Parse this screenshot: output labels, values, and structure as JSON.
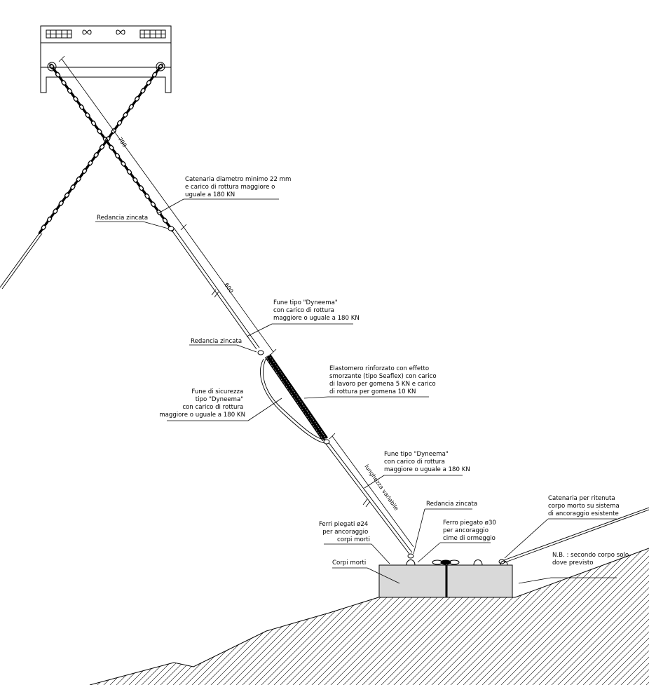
{
  "labels": {
    "catenaria": [
      "Catenaria diametro minimo 22 mm",
      "e carico di rottura maggiore o",
      "uguale a 180 KN"
    ],
    "redancia_top": [
      "Redancia zincata"
    ],
    "fune_dyneema_top": [
      "Fune tipo \"Dyneema\"",
      "con carico di rottura",
      "maggiore o uguale a 180 KN"
    ],
    "redancia_mid": [
      "Redancia zincata"
    ],
    "elastomero": [
      "Elastomero rinforzato con effetto",
      "smorzante (tipo Seaflex) con carico",
      "di lavoro per gomena 5 KN e carico",
      "di rottura per gomena 10 KN"
    ],
    "fune_sicurezza": [
      "Fune di sicurezza",
      "tipo \"Dyneema\"",
      "con carico di rottura",
      "maggiore o uguale a 180 KN"
    ],
    "fune_dyneema_low": [
      "Fune tipo \"Dyneema\"",
      "con carico di rottura",
      "maggiore o uguale a 180 KN"
    ],
    "redancia_low": [
      "Redancia zincata"
    ],
    "catenaria_ritenuta": [
      "Catenaria per ritenuta",
      "corpo morto su sistema",
      "di ancoraggio esistente"
    ],
    "ferri_piegati": [
      "Ferri piegati ø24",
      "per ancoraggio",
      "corpi morti"
    ],
    "ferro_piegato": [
      "Ferro piegato ø30",
      "per ancoraggio",
      "cime di ormeggio"
    ],
    "corpi_morti": [
      "Corpi morti"
    ],
    "nota": [
      "N.B. : secondo corpo solo",
      "dove previsto"
    ]
  },
  "dimensions": {
    "d700": "700",
    "d600": "600",
    "variable": "lunghezza variabile"
  },
  "colors": {
    "line": "#000000",
    "block": "#d9d9d9",
    "paper": "#ffffff"
  }
}
